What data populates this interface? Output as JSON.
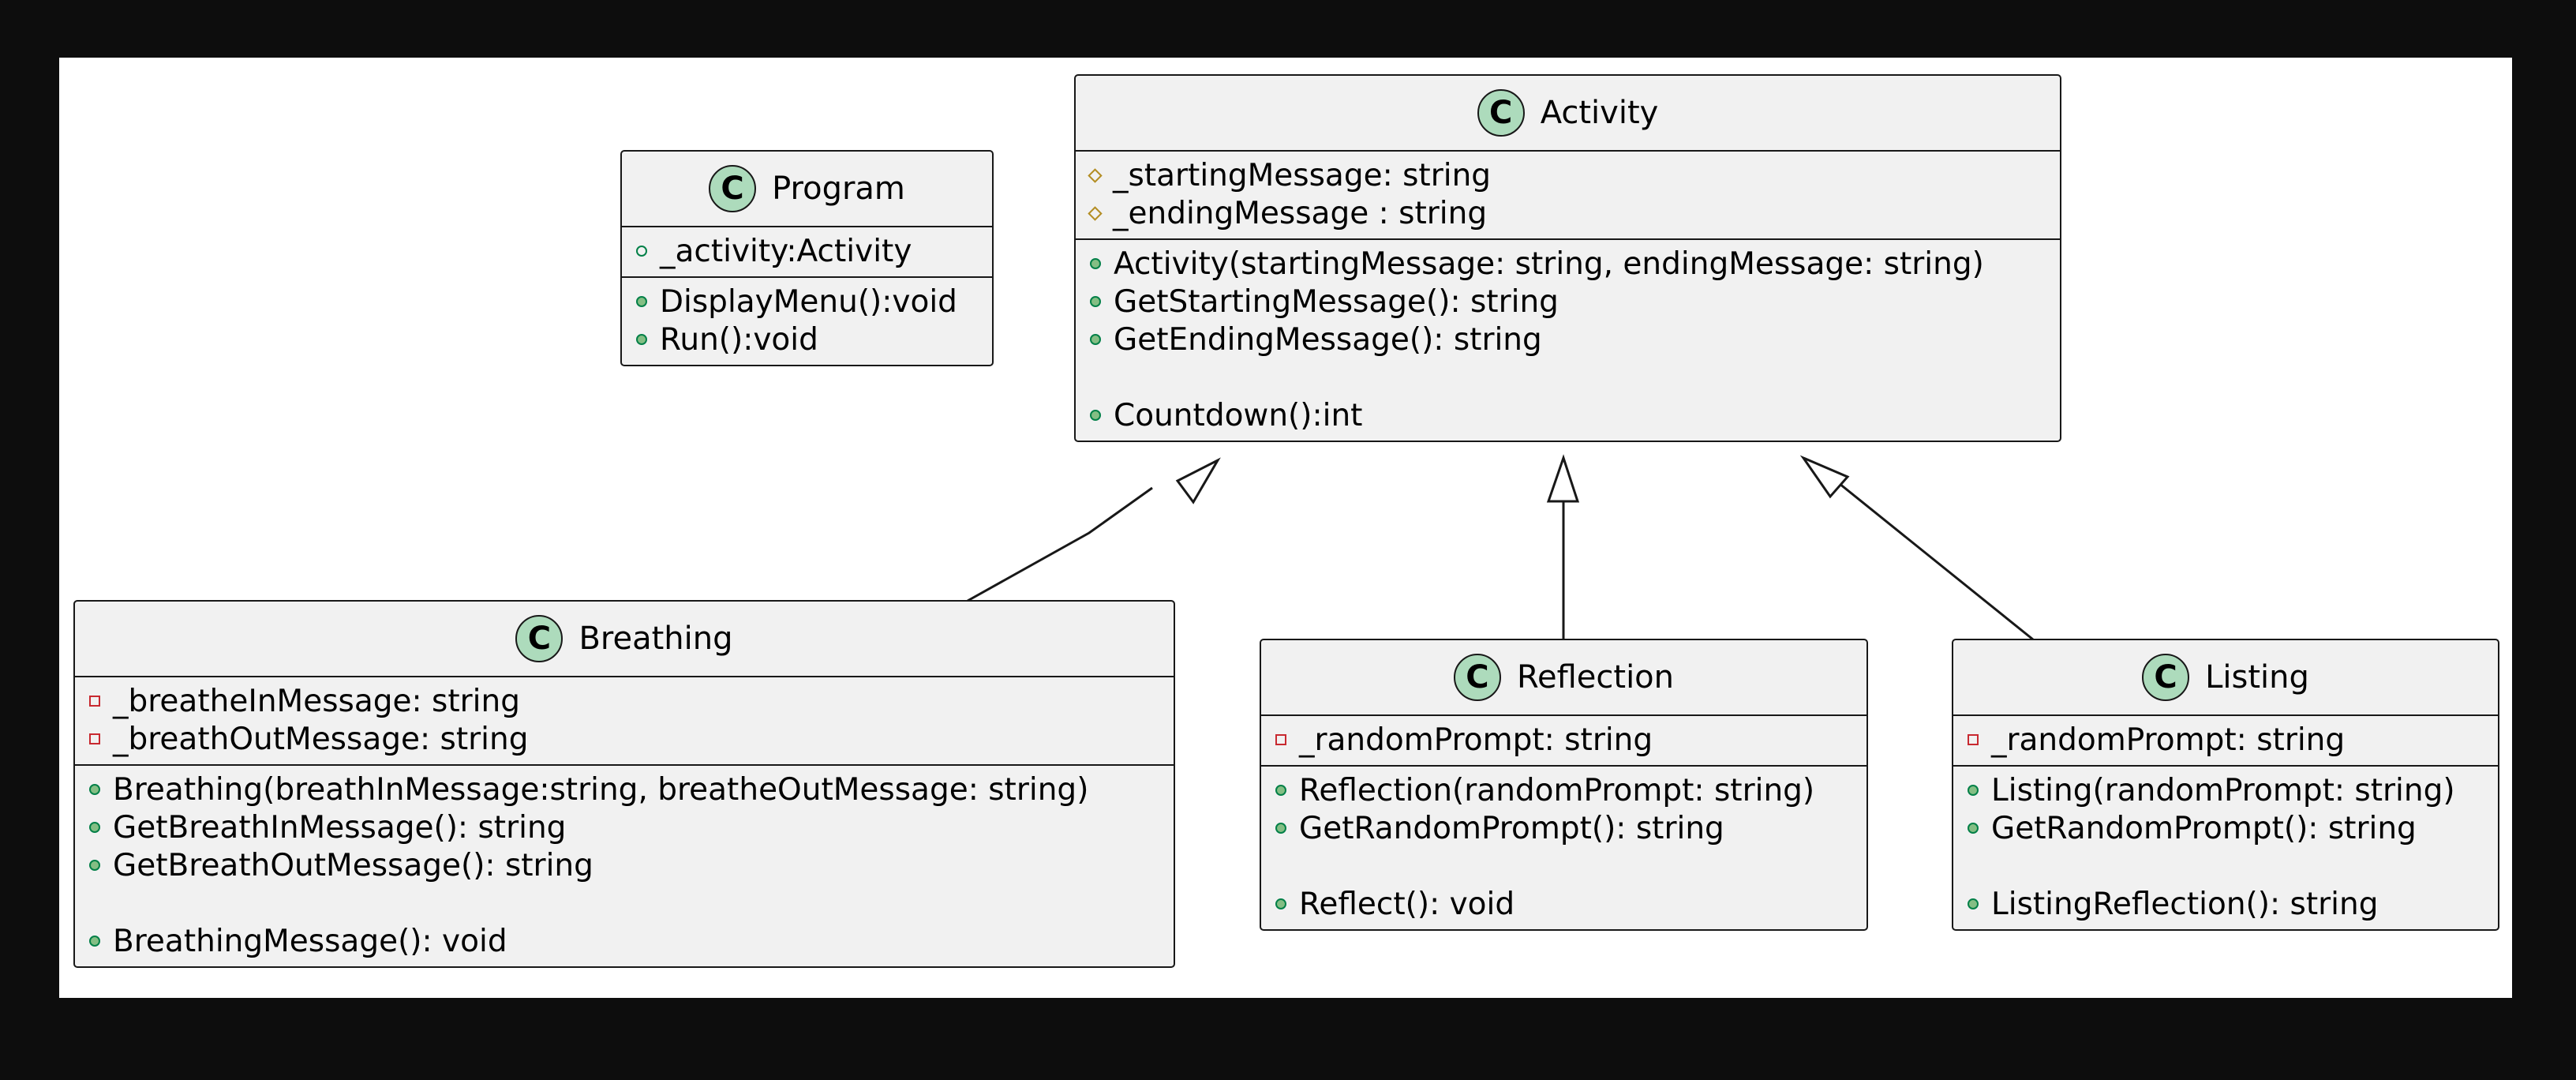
{
  "classes": {
    "program": {
      "name": "Program",
      "fields": [
        {
          "vis": "pubo",
          "text": "_activity:Activity"
        }
      ],
      "methods": [
        {
          "vis": "pub",
          "text": "DisplayMenu():void"
        },
        {
          "vis": "pub",
          "text": "Run():void"
        }
      ]
    },
    "activity": {
      "name": "Activity",
      "fields": [
        {
          "vis": "prot",
          "text": "_startingMessage: string"
        },
        {
          "vis": "prot",
          "text": "_endingMessage : string"
        }
      ],
      "methods": [
        {
          "vis": "pub",
          "text": "Activity(startingMessage: string, endingMessage: string)"
        },
        {
          "vis": "pub",
          "text": "GetStartingMessage(): string"
        },
        {
          "vis": "pub",
          "text": "GetEndingMessage(): string"
        },
        {
          "vis": "pub",
          "text": "Countdown():int",
          "gap": true
        }
      ]
    },
    "breathing": {
      "name": "Breathing",
      "fields": [
        {
          "vis": "priv",
          "text": "_breatheInMessage: string"
        },
        {
          "vis": "priv",
          "text": "_breathOutMessage: string"
        }
      ],
      "methods": [
        {
          "vis": "pub",
          "text": "Breathing(breathInMessage:string, breatheOutMessage: string)"
        },
        {
          "vis": "pub",
          "text": "GetBreathInMessage(): string"
        },
        {
          "vis": "pub",
          "text": "GetBreathOutMessage(): string"
        },
        {
          "vis": "pub",
          "text": "BreathingMessage(): void",
          "gap": true
        }
      ]
    },
    "reflection": {
      "name": "Reflection",
      "fields": [
        {
          "vis": "priv",
          "text": "_randomPrompt: string"
        }
      ],
      "methods": [
        {
          "vis": "pub",
          "text": "Reflection(randomPrompt: string)"
        },
        {
          "vis": "pub",
          "text": "GetRandomPrompt(): string"
        },
        {
          "vis": "pub",
          "text": "Reflect(): void",
          "gap": true
        }
      ]
    },
    "listing": {
      "name": "Listing",
      "fields": [
        {
          "vis": "priv",
          "text": "_randomPrompt: string"
        }
      ],
      "methods": [
        {
          "vis": "pub",
          "text": "Listing(randomPrompt: string)"
        },
        {
          "vis": "pub",
          "text": "GetRandomPrompt(): string"
        },
        {
          "vis": "pub",
          "text": "ListingReflection(): string",
          "gap": true
        }
      ]
    }
  },
  "relations": [
    {
      "from": "breathing",
      "to": "activity",
      "type": "inheritance"
    },
    {
      "from": "reflection",
      "to": "activity",
      "type": "inheritance"
    },
    {
      "from": "listing",
      "to": "activity",
      "type": "inheritance"
    }
  ],
  "colors": {
    "class_fill": "#f1f1f1",
    "badge_fill": "#addbbc",
    "public": "#038048",
    "private": "#c82930",
    "protected": "#b38d22"
  }
}
